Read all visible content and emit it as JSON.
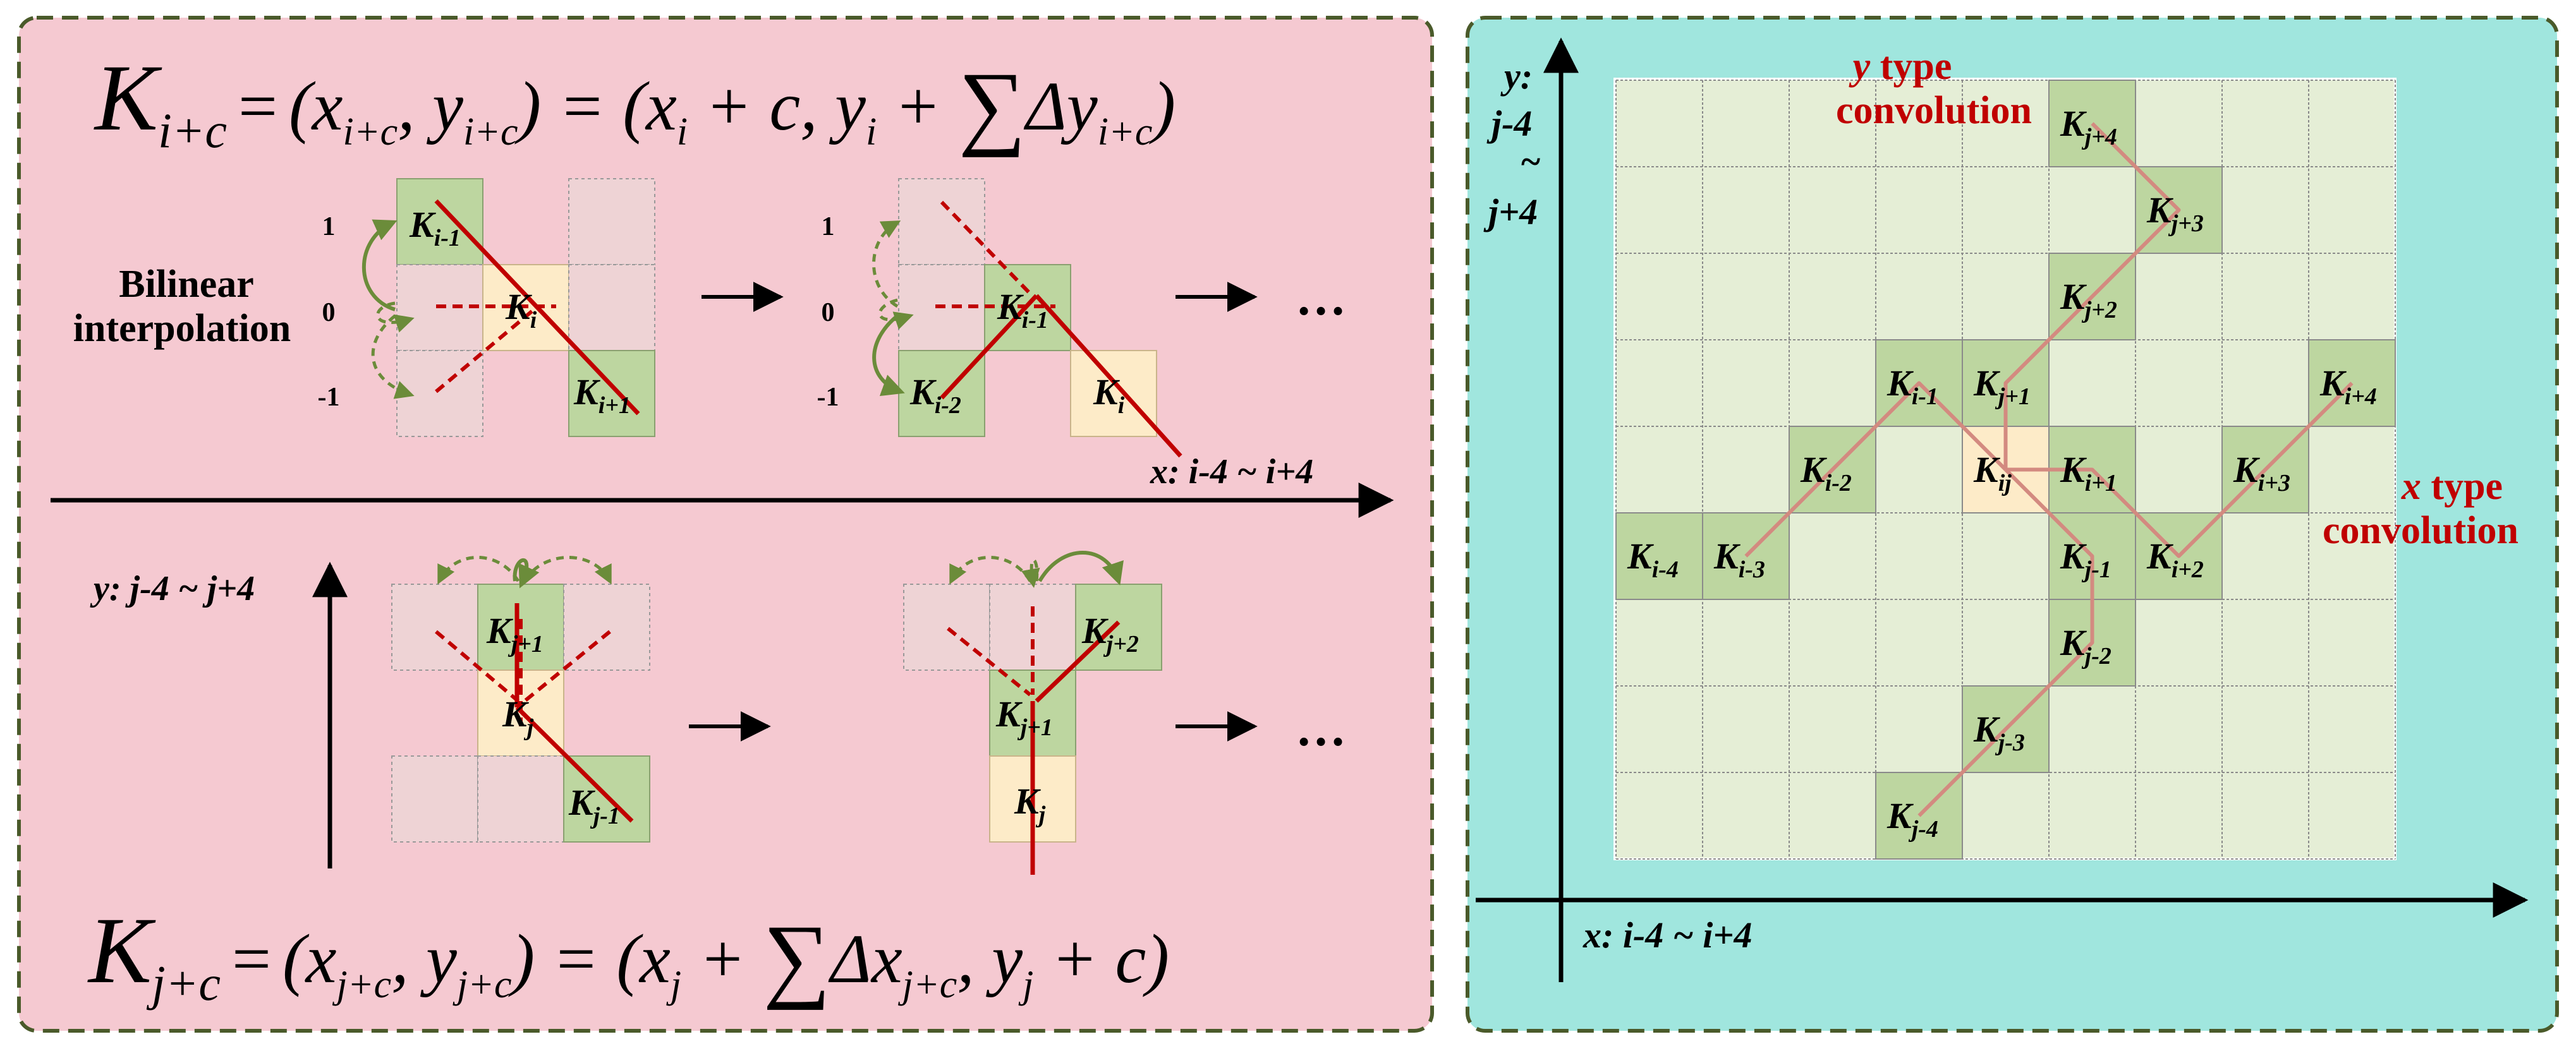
{
  "colors": {
    "left_panel_bg": "#f5c9d1",
    "right_panel_bg": "#a0e6de",
    "panel_border": "#4a5a2a",
    "cell_green": "#bdd6a0",
    "cell_center": "#fdebc8",
    "cell_faint": "#eed3d5",
    "grid_bg": "#e5eed6",
    "accent_red": "#c00000",
    "arrow_green": "#6b8c3a",
    "path_line": "#d38a80"
  },
  "left_panel": {
    "formula_top": {
      "lhs_main": "K",
      "lhs_sub": "i+c",
      "eq1": "=",
      "t1": "(x",
      "t1_sub": "i+c",
      "t2": ", y",
      "t2_sub": "i+c",
      "t3": ") = (x",
      "t3_sub": "i",
      "t4": " + c, y",
      "t4_sub": "i",
      "t5": " + ",
      "sum": "∑",
      "t6": "Δy",
      "t6_sub": "i+c",
      "t7": ")"
    },
    "formula_bottom": {
      "lhs_main": "K",
      "lhs_sub": "j+c",
      "eq1": "=",
      "t1": "(x",
      "t1_sub": "j+c",
      "t2": ", y",
      "t2_sub": "j+c",
      "t3": ") = (x",
      "t3_sub": "j",
      "t4": " + ",
      "sum": "∑",
      "t5": "Δx",
      "t5_sub": "j+c",
      "t6": ", y",
      "t6_sub": "j",
      "t7": " + c)"
    },
    "bilinear_line1": "Bilinear",
    "bilinear_line2": "interpolation",
    "offset_labels": [
      "1",
      "0",
      "-1"
    ],
    "ellipsis": "…",
    "x_axis_label": "x: i-4 ~ i+4",
    "y_axis_label": "y: j-4 ~ j+4",
    "top_row": {
      "step1": {
        "up": {
          "main": "K",
          "sub": "i-1"
        },
        "center": {
          "main": "K",
          "sub": "i"
        },
        "down": {
          "main": "K",
          "sub": "i+1"
        }
      },
      "step2": {
        "left": {
          "main": "K",
          "sub": "i-2"
        },
        "mid": {
          "main": "K",
          "sub": "i-1"
        },
        "right": {
          "main": "K",
          "sub": "i"
        }
      }
    },
    "bottom_row": {
      "step1": {
        "top": {
          "main": "K",
          "sub": "j+1"
        },
        "center": {
          "main": "K",
          "sub": "j"
        },
        "bottom": {
          "main": "K",
          "sub": "j-1"
        }
      },
      "step2": {
        "top": {
          "main": "K",
          "sub": "j+2"
        },
        "mid": {
          "main": "K",
          "sub": "j+1"
        },
        "bottom": {
          "main": "K",
          "sub": "j"
        }
      }
    }
  },
  "right_panel": {
    "y_axis_title": [
      "y:",
      "j-4",
      "~",
      "j+4"
    ],
    "x_axis_title": "x: i-4 ~ i+4",
    "y_type_word": "y",
    "y_type_rest": " type",
    "y_type_line2": "convolution",
    "x_type_word": "x",
    "x_type_rest": " type",
    "x_type_line2": "convolution",
    "grid": {
      "cols": 9,
      "rows": 9
    },
    "cells": [
      {
        "col": 5,
        "row": 0,
        "main": "K",
        "sub": "j+4",
        "kind": "green"
      },
      {
        "col": 6,
        "row": 1,
        "main": "K",
        "sub": "j+3",
        "kind": "green"
      },
      {
        "col": 5,
        "row": 2,
        "main": "K",
        "sub": "j+2",
        "kind": "green"
      },
      {
        "col": 3,
        "row": 3,
        "main": "K",
        "sub": "i-1",
        "kind": "green"
      },
      {
        "col": 4,
        "row": 3,
        "main": "K",
        "sub": "j+1",
        "kind": "green"
      },
      {
        "col": 8,
        "row": 3,
        "main": "K",
        "sub": "i+4",
        "kind": "green"
      },
      {
        "col": 2,
        "row": 4,
        "main": "K",
        "sub": "i-2",
        "kind": "green"
      },
      {
        "col": 4,
        "row": 4,
        "main": "K",
        "sub": "ij",
        "kind": "center"
      },
      {
        "col": 5,
        "row": 4,
        "main": "K",
        "sub": "i+1",
        "kind": "green"
      },
      {
        "col": 7,
        "row": 4,
        "main": "K",
        "sub": "i+3",
        "kind": "green"
      },
      {
        "col": 0,
        "row": 5,
        "main": "K",
        "sub": "i-4",
        "kind": "green"
      },
      {
        "col": 1,
        "row": 5,
        "main": "K",
        "sub": "i-3",
        "kind": "green"
      },
      {
        "col": 5,
        "row": 5,
        "main": "K",
        "sub": "j-1",
        "kind": "green"
      },
      {
        "col": 6,
        "row": 5,
        "main": "K",
        "sub": "i+2",
        "kind": "green"
      },
      {
        "col": 5,
        "row": 6,
        "main": "K",
        "sub": "j-2",
        "kind": "green"
      },
      {
        "col": 4,
        "row": 7,
        "main": "K",
        "sub": "j-3",
        "kind": "green"
      },
      {
        "col": 3,
        "row": 8,
        "main": "K",
        "sub": "j-4",
        "kind": "green"
      }
    ],
    "paths": [
      [
        [
          4,
          4
        ],
        [
          3,
          3
        ],
        [
          2,
          4
        ],
        [
          1,
          5
        ]
      ],
      [
        [
          4,
          4
        ],
        [
          5,
          4
        ],
        [
          6,
          5
        ],
        [
          7,
          4
        ],
        [
          8,
          3
        ]
      ],
      [
        [
          4,
          4
        ],
        [
          4,
          3
        ],
        [
          5,
          2
        ],
        [
          6,
          1
        ],
        [
          5,
          0
        ]
      ],
      [
        [
          4,
          4
        ],
        [
          5,
          5
        ],
        [
          5,
          6
        ],
        [
          4,
          7
        ],
        [
          3,
          8
        ]
      ]
    ]
  }
}
